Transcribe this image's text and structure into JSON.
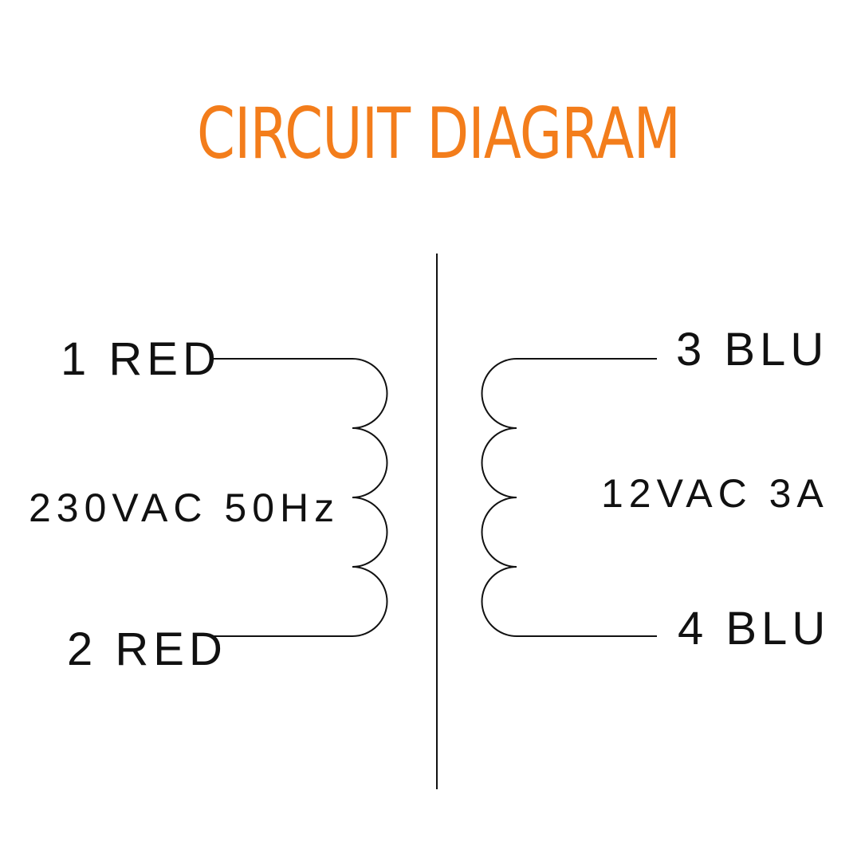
{
  "title": "CIRCUIT DIAGRAM",
  "colors": {
    "title": "#f37d1b",
    "lines": "#111111",
    "background": "#ffffff"
  },
  "primary": {
    "terminal_top": "1 RED",
    "terminal_bottom": "2 RED",
    "rating": "230VAC 50Hz"
  },
  "secondary": {
    "terminal_top": "3 BLU",
    "terminal_bottom": "4 BLU",
    "rating": "12VAC 3A"
  }
}
